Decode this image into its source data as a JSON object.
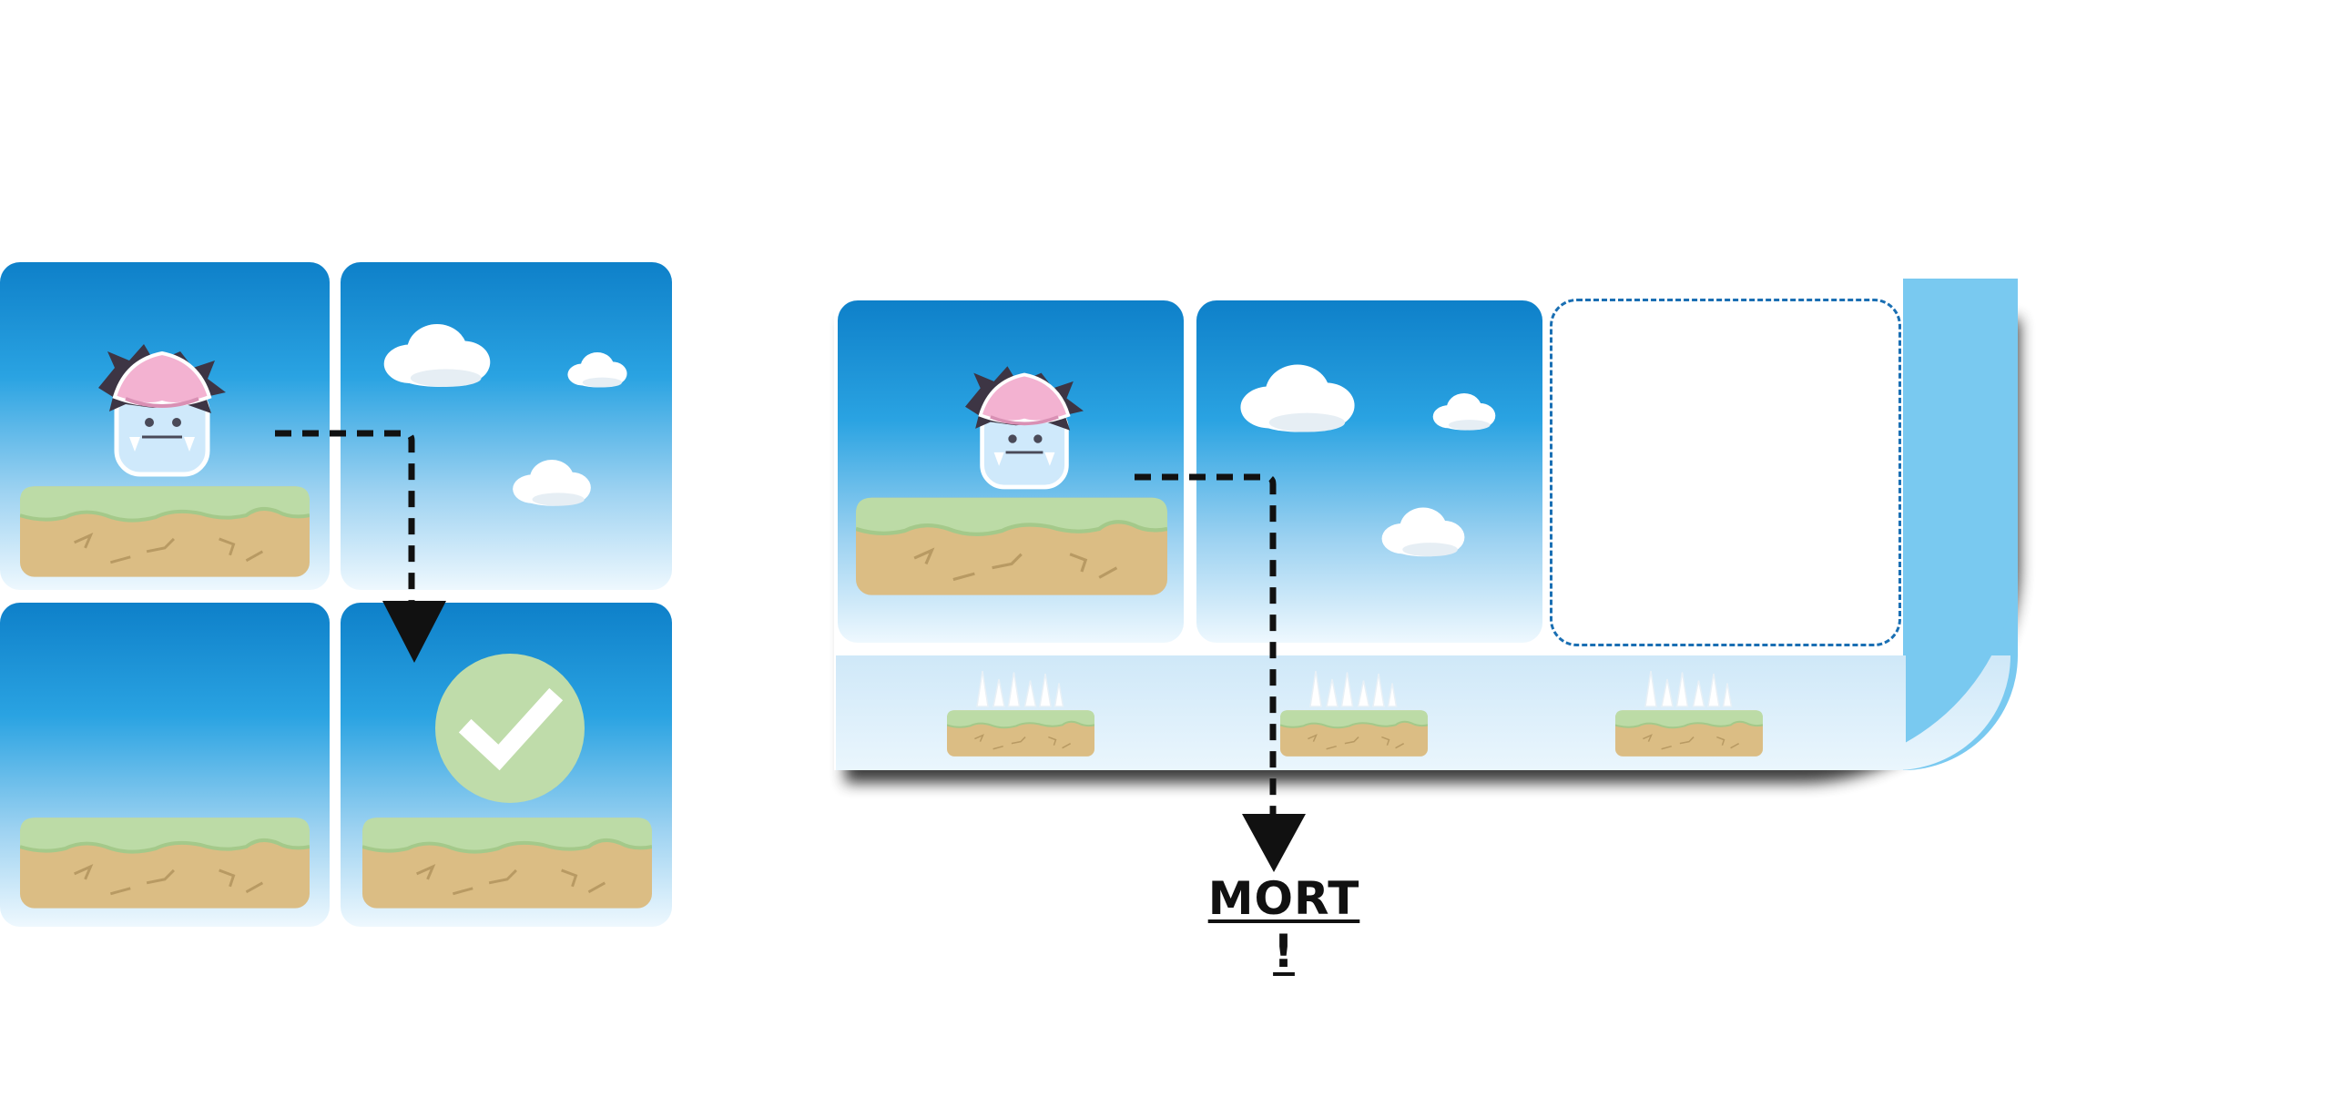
{
  "left_panel": {
    "tiles": [
      {
        "name": "hero-start",
        "content": "hero-on-platform"
      },
      {
        "name": "sky-clouds",
        "content": "clouds"
      },
      {
        "name": "ground",
        "content": "platform"
      },
      {
        "name": "goal",
        "content": "check-badge-on-platform"
      }
    ],
    "outcome": "success",
    "badge_icon": "check-icon",
    "badge_color": "#bfdcaa"
  },
  "right_panel": {
    "tiles": [
      {
        "name": "hero-start",
        "content": "hero-on-platform"
      },
      {
        "name": "sky-clouds",
        "content": "clouds"
      },
      {
        "name": "empty-slot",
        "content": "dashed-placeholder"
      }
    ],
    "hazard_strip": [
      "spike-platform",
      "spike-platform",
      "spike-platform"
    ],
    "death_label": "MORT !",
    "slot_color": "#1a6fb3",
    "strip_color": "#79c9f0"
  },
  "colors": {
    "sky_top": "#0e80c9",
    "sky_bottom": "#eef8fe",
    "grass": "#bcdba6",
    "dirt": "#dbbd84"
  }
}
